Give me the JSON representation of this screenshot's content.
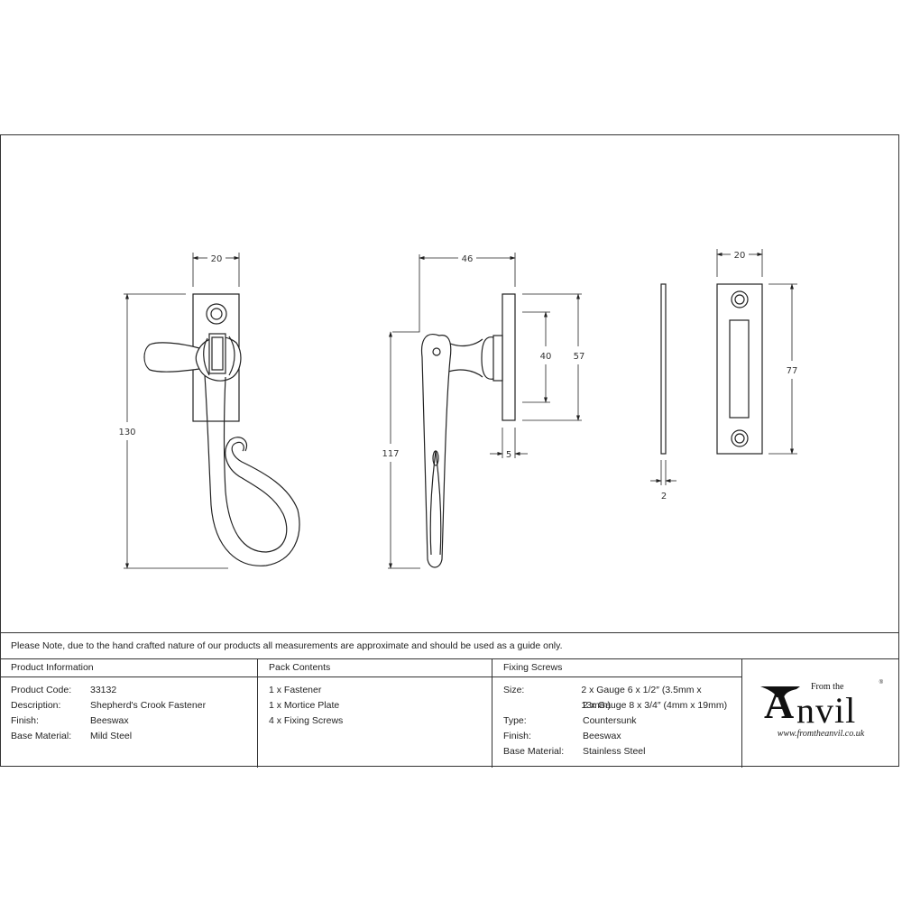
{
  "drawing": {
    "front_view": {
      "width_dim": "20",
      "height_dim": "130"
    },
    "side_view": {
      "projection_dim": "46",
      "height_dim": "117",
      "inner_plate_dim": "40",
      "outer_plate_dim": "57",
      "plate_thickness_dim": "5"
    },
    "mortice_plate": {
      "thickness_dim": "2",
      "width_dim": "20",
      "height_dim": "77"
    }
  },
  "note": "Please Note, due to the hand crafted nature of our products all measurements are approximate and should be used as a guide only.",
  "product_information": {
    "header": "Product Information",
    "rows": [
      {
        "label": "Product Code:",
        "value": "33132"
      },
      {
        "label": "Description:",
        "value": "Shepherd's Crook Fastener"
      },
      {
        "label": "Finish:",
        "value": "Beeswax"
      },
      {
        "label": "Base Material:",
        "value": "Mild Steel"
      }
    ]
  },
  "pack_contents": {
    "header": "Pack Contents",
    "items": [
      "1 x Fastener",
      "1 x Mortice Plate",
      "4 x Fixing Screws"
    ]
  },
  "fixing_screws": {
    "header": "Fixing Screws",
    "rows": [
      {
        "label": "Size:",
        "value": "2 x Gauge 6 x 1/2″ (3.5mm x 13mm)"
      },
      {
        "label": "",
        "value": "2 x Gauge 8 x 3/4″ (4mm x 19mm)"
      },
      {
        "label": "Type:",
        "value": "Countersunk"
      },
      {
        "label": "Finish:",
        "value": "Beeswax"
      },
      {
        "label": "Base Material:",
        "value": "Stainless Steel"
      }
    ]
  },
  "logo": {
    "from_the": "From the",
    "letter_a": "A",
    "nvil": "nvil",
    "registered": "®",
    "url": "www.fromtheanvil.co.uk"
  }
}
